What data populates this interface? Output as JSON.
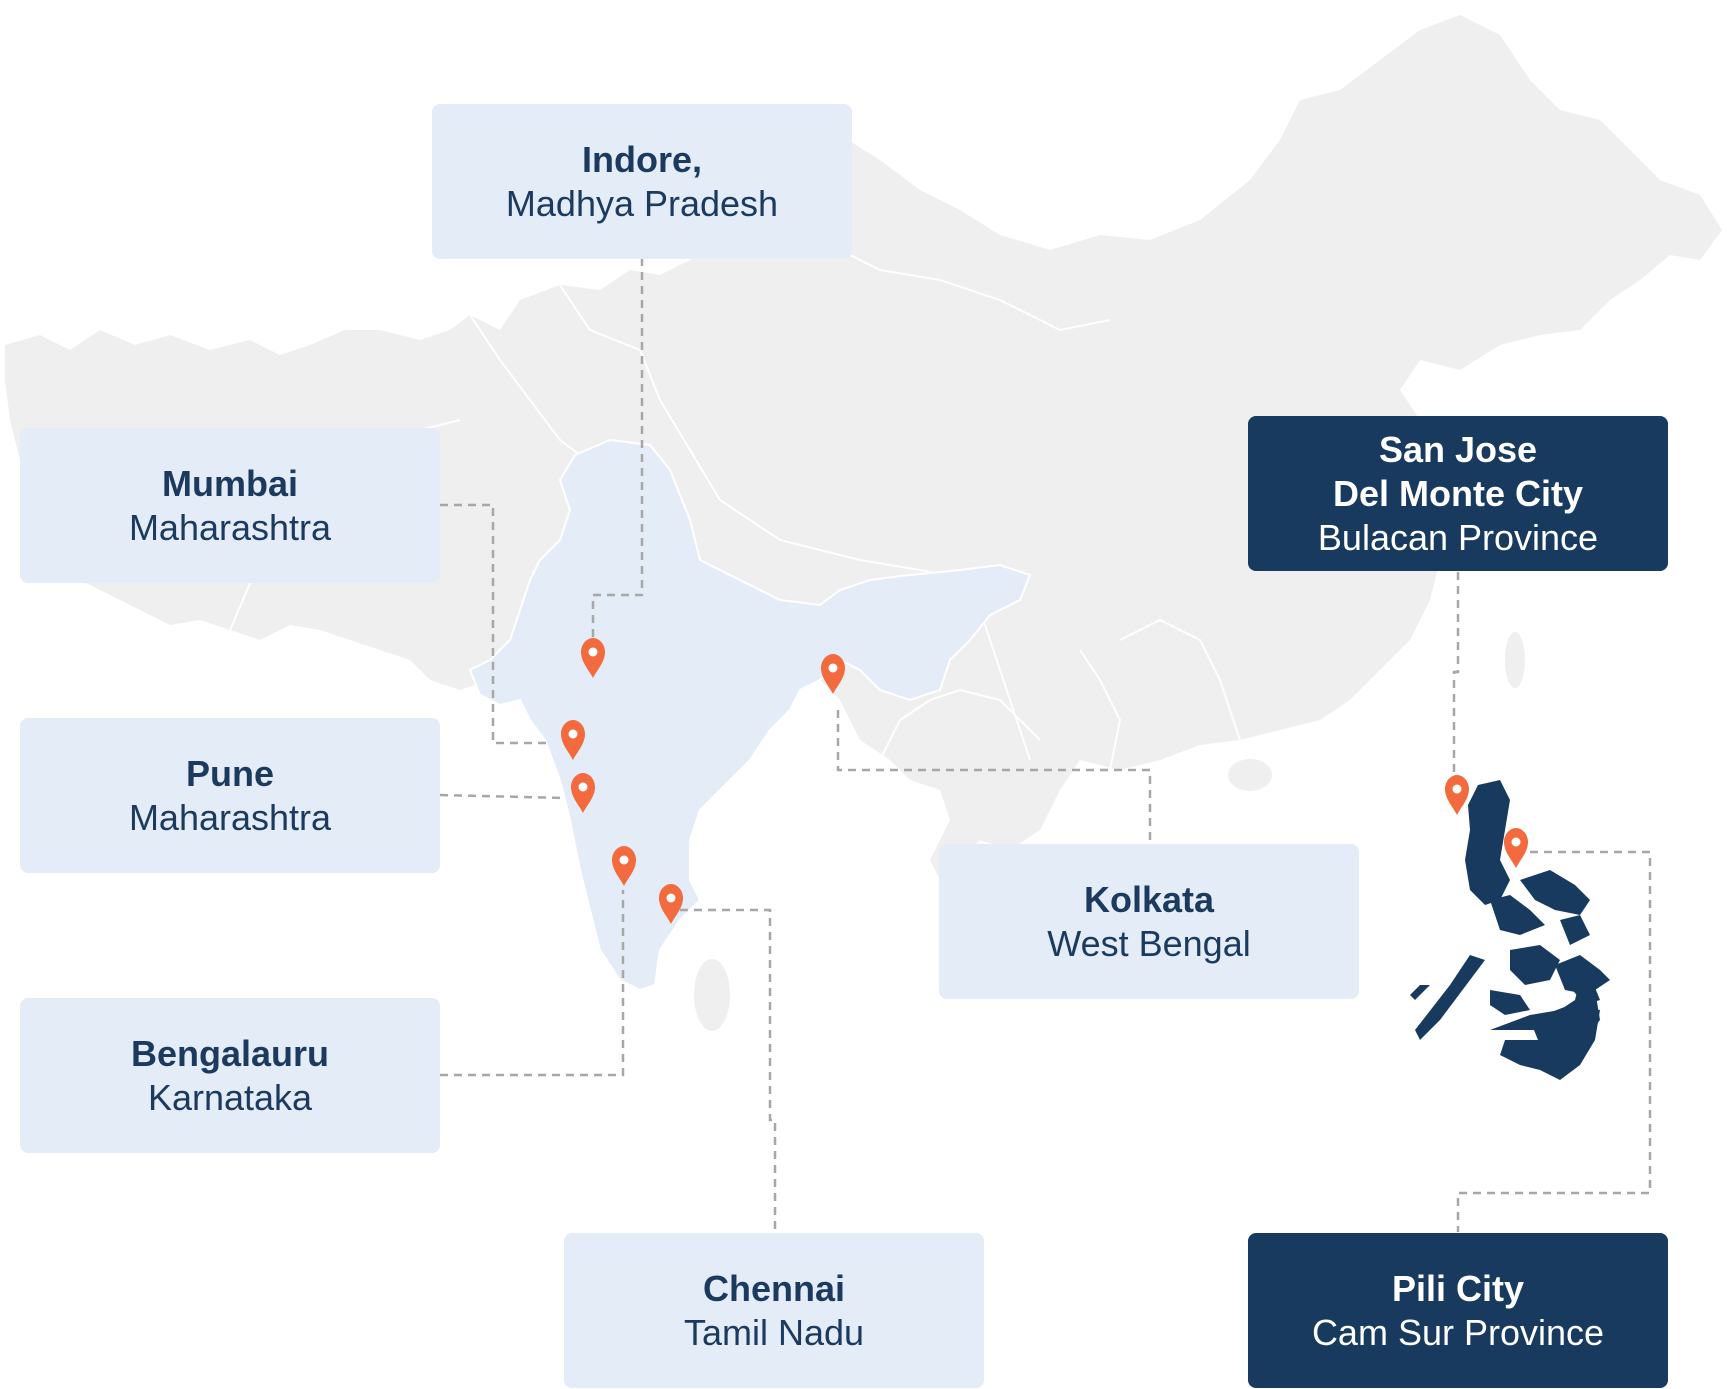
{
  "colors": {
    "land": "#efefef",
    "border": "#ffffff",
    "india": "#e3ecf7",
    "philippines": "#173a5e",
    "marker": "#f26a3d",
    "connector": "#a7a7a7",
    "card_light": "#e3ecf7",
    "card_dark": "#173a5e",
    "text_dark": "#1b3a5e",
    "text_light": "#ffffff"
  },
  "icons": {
    "marker": "map-pin-icon"
  },
  "locations": [
    {
      "id": "indore",
      "city": "Indore,",
      "region": "Madhya Pradesh"
    },
    {
      "id": "mumbai",
      "city": "Mumbai",
      "region": "Maharashtra"
    },
    {
      "id": "pune",
      "city": "Pune",
      "region": "Maharashtra"
    },
    {
      "id": "bengaluru",
      "city": "Bengalauru",
      "region": "Karnataka"
    },
    {
      "id": "chennai",
      "city": "Chennai",
      "region": "Tamil Nadu"
    },
    {
      "id": "kolkata",
      "city": "Kolkata",
      "region": "West Bengal"
    },
    {
      "id": "sanjose",
      "city": "San Jose\nDel Monte City",
      "region": "Bulacan Province"
    },
    {
      "id": "pili",
      "city": "Pili City",
      "region": "Cam Sur Province"
    }
  ]
}
